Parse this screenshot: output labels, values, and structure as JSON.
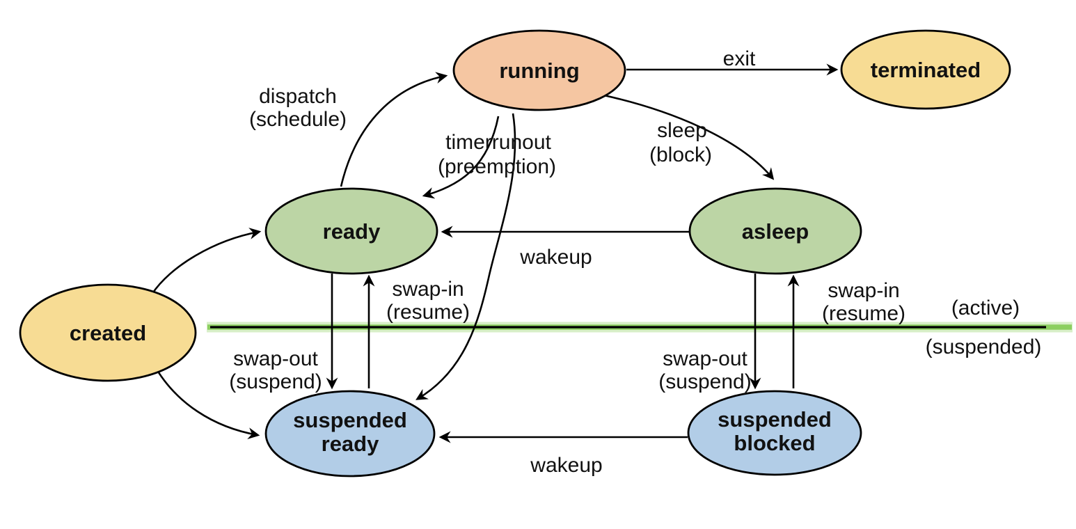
{
  "diagram_title": "process-state-transition-diagram",
  "states": {
    "running": {
      "label": "running",
      "fill": "#F5C6A2"
    },
    "terminated": {
      "label": "terminated",
      "fill": "#F7DC94"
    },
    "ready": {
      "label": "ready",
      "fill": "#BCD5A5"
    },
    "asleep": {
      "label": "asleep",
      "fill": "#BCD5A5"
    },
    "created": {
      "label": "created",
      "fill": "#F7DC94"
    },
    "suspended_ready": {
      "line1": "suspended",
      "line2": "ready",
      "fill": "#B2CDE7"
    },
    "suspended_blocked": {
      "line1": "suspended",
      "line2": "blocked",
      "fill": "#B2CDE7"
    }
  },
  "transitions": {
    "dispatch": {
      "line1": "dispatch",
      "line2": "(schedule)"
    },
    "timerrunout": {
      "line1": "timerrunout",
      "line2": "(preemption)"
    },
    "sleep": {
      "line1": "sleep",
      "line2": "(block)"
    },
    "exit": {
      "label": "exit"
    },
    "wakeup_mid": {
      "label": "wakeup"
    },
    "wakeup_bottom": {
      "label": "wakeup"
    },
    "swap_in_left": {
      "line1": "swap-in",
      "line2": "(resume)"
    },
    "swap_out_left": {
      "line1": "swap-out",
      "line2": "(suspend)"
    },
    "swap_in_right": {
      "line1": "swap-in",
      "line2": "(resume)"
    },
    "swap_out_right": {
      "line1": "swap-out",
      "line2": "(suspend)"
    }
  },
  "divider": {
    "active_label": "(active)",
    "suspended_label": "(suspended)",
    "green_color": "#8CCF60",
    "glow_color": "#A9DB85",
    "core_color": "#000000"
  }
}
